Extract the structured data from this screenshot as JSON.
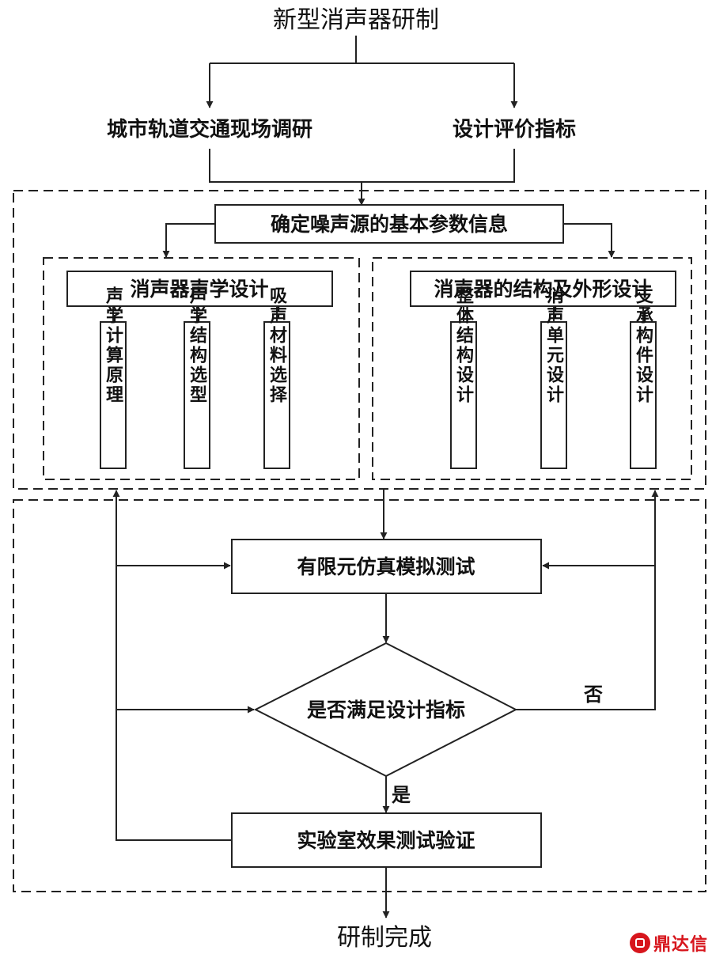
{
  "title": "新型消声器研制",
  "top_inputs": {
    "left": "城市轨道交通现场调研",
    "right": "设计评价指标"
  },
  "noise_source": "确定噪声源的基本参数信息",
  "acoustic_design": {
    "title": "消声器声学设计",
    "items": [
      "声学计算原理",
      "声学结构选型",
      "吸声材料选择"
    ]
  },
  "structure_design": {
    "title": "消声器的结构及外形设计",
    "items": [
      "整体结构设计",
      "消声单元设计",
      "支承构件设计"
    ]
  },
  "simulation": "有限元仿真模拟测试",
  "decision": {
    "question": "是否满足设计指标",
    "yes": "是",
    "no": "否"
  },
  "lab_test": "实验室效果测试验证",
  "finish": "研制完成",
  "watermark": "鼎达信"
}
